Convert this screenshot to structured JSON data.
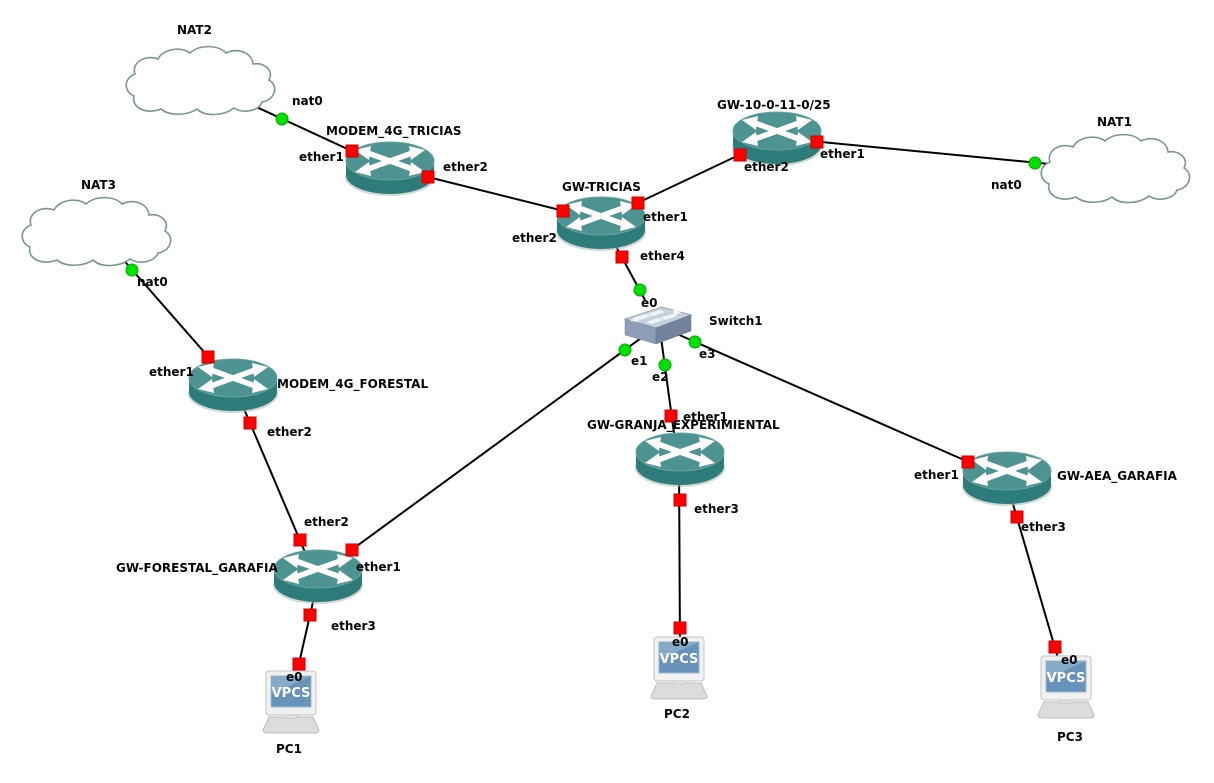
{
  "app": {
    "view": "GNS3 topology canvas"
  },
  "colors": {
    "background": "#ffffff",
    "link_line": "#000000",
    "port_status_up": "#00e000",
    "port_status_down": "#ff0000",
    "router_body": "#2e7c7a",
    "router_top": "#4c9391",
    "switch_top": "#c7d1de",
    "switch_front": "#8c9db5",
    "switch_side": "#72839b",
    "cloud_outline": "#7a9596",
    "pc_screen": "#6792ba",
    "label_text": "#050505"
  },
  "nodes": {
    "nat2": {
      "label": "NAT2",
      "type": "cloud"
    },
    "nat1": {
      "label": "NAT1",
      "type": "cloud"
    },
    "nat3": {
      "label": "NAT3",
      "type": "cloud"
    },
    "modem_4g_tricias": {
      "label": "MODEM_4G_TRICIAS",
      "type": "router"
    },
    "gw_tricias": {
      "label": "GW-TRICIAS",
      "type": "router"
    },
    "gw_10_0_11_0_25": {
      "label": "GW-10-0-11-0/25",
      "type": "router"
    },
    "modem_4g_forestal": {
      "label": "MODEM_4G_FORESTAL",
      "type": "router"
    },
    "gw_forestal_garafia": {
      "label": "GW-FORESTAL_GARAFIA",
      "type": "router"
    },
    "gw_granja_experimiental": {
      "label": "GW-GRANJA_EXPERIMIENTAL",
      "type": "router"
    },
    "gw_aea_garafia": {
      "label": "GW-AEA_GARAFIA",
      "type": "router"
    },
    "switch1": {
      "label": "Switch1",
      "type": "ethernet-switch"
    },
    "pc1": {
      "label": "PC1",
      "type": "vpcs",
      "screen_text": "VPCS"
    },
    "pc2": {
      "label": "PC2",
      "type": "vpcs",
      "screen_text": "VPCS"
    },
    "pc3": {
      "label": "PC3",
      "type": "vpcs",
      "screen_text": "VPCS"
    }
  },
  "links": [
    {
      "a_node": "NAT2",
      "a_port": "nat0",
      "a_status": "up",
      "b_node": "MODEM_4G_TRICIAS",
      "b_port": "ether1",
      "b_status": "down"
    },
    {
      "a_node": "MODEM_4G_TRICIAS",
      "a_port": "ether2",
      "a_status": "down",
      "b_node": "GW-TRICIAS",
      "b_port": "ether2",
      "b_status": "down"
    },
    {
      "a_node": "GW-TRICIAS",
      "a_port": "ether1",
      "a_status": "down",
      "b_node": "GW-10-0-11-0/25",
      "b_port": "ether2",
      "b_status": "down"
    },
    {
      "a_node": "GW-10-0-11-0/25",
      "a_port": "ether1",
      "a_status": "down",
      "b_node": "NAT1",
      "b_port": "nat0",
      "b_status": "up"
    },
    {
      "a_node": "GW-TRICIAS",
      "a_port": "ether4",
      "a_status": "down",
      "b_node": "Switch1",
      "b_port": "e0",
      "b_status": "up"
    },
    {
      "a_node": "Switch1",
      "a_port": "e1",
      "a_status": "up",
      "b_node": "GW-FORESTAL_GARAFIA",
      "b_port": "ether1",
      "b_status": "down"
    },
    {
      "a_node": "Switch1",
      "a_port": "e2",
      "a_status": "up",
      "b_node": "GW-GRANJA_EXPERIMIENTAL",
      "b_port": "ether1",
      "b_status": "down"
    },
    {
      "a_node": "Switch1",
      "a_port": "e3",
      "a_status": "up",
      "b_node": "GW-AEA_GARAFIA",
      "b_port": "ether1",
      "b_status": "down"
    },
    {
      "a_node": "NAT3",
      "a_port": "nat0",
      "a_status": "up",
      "b_node": "MODEM_4G_FORESTAL",
      "b_port": "ether1",
      "b_status": "down"
    },
    {
      "a_node": "MODEM_4G_FORESTAL",
      "a_port": "ether2",
      "a_status": "down",
      "b_node": "GW-FORESTAL_GARAFIA",
      "b_port": "ether2",
      "b_status": "down"
    },
    {
      "a_node": "GW-FORESTAL_GARAFIA",
      "a_port": "ether3",
      "a_status": "down",
      "b_node": "PC1",
      "b_port": "e0",
      "b_status": "down"
    },
    {
      "a_node": "GW-GRANJA_EXPERIMIENTAL",
      "a_port": "ether3",
      "a_status": "down",
      "b_node": "PC2",
      "b_port": "e0",
      "b_status": "down"
    },
    {
      "a_node": "GW-AEA_GARAFIA",
      "a_port": "ether3",
      "a_status": "down",
      "b_node": "PC3",
      "b_port": "e0",
      "b_status": "down"
    }
  ]
}
